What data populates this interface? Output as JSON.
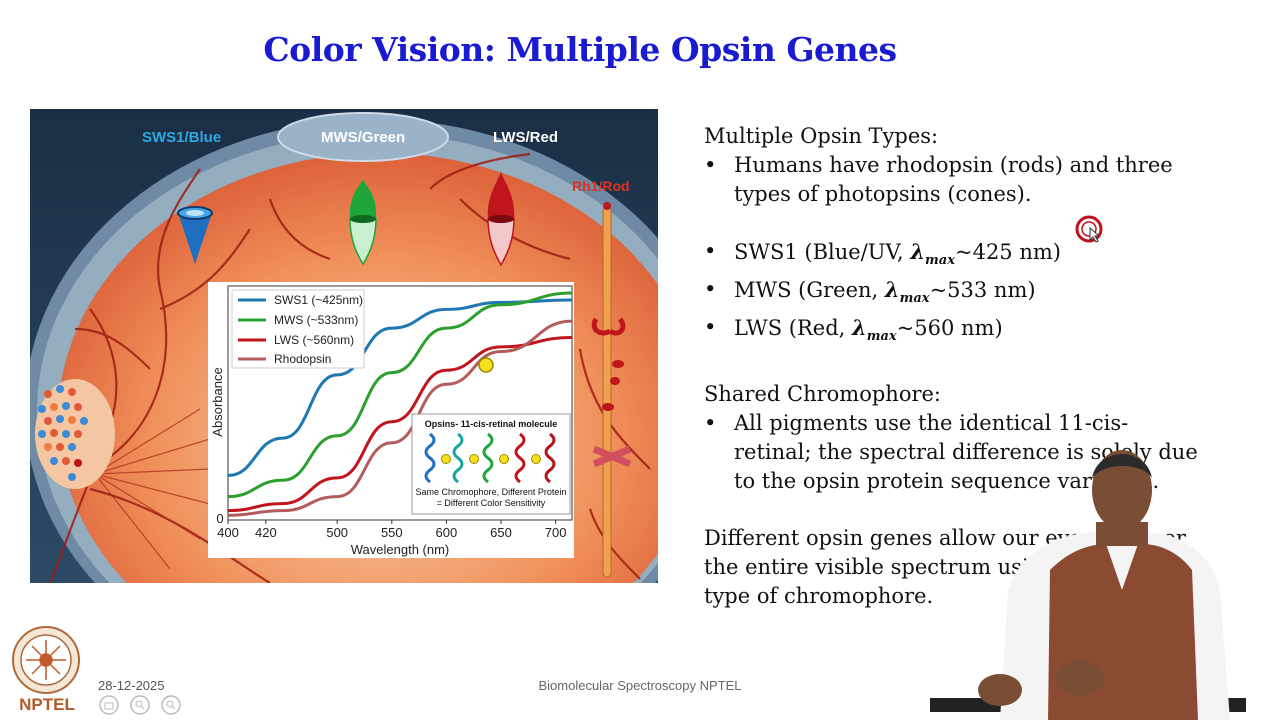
{
  "slide": {
    "title": "Color Vision: Multiple Opsin Genes",
    "footer_date": "28-12-2025",
    "footer_course": "Biomolecular Spectroscopy NPTEL",
    "logo_text": "NPTEL"
  },
  "figure": {
    "cone_labels": [
      "SWS1/Blue",
      "MWS/Green",
      "LWS/Red"
    ],
    "rod_label": "Rh1/Rod",
    "inset_title": "Opsins- 11-cis-retinal molecule",
    "inset_caption_1": "Same Chromophore, Different Protein",
    "inset_caption_2": "= Different Color Sensitivity"
  },
  "chart_data": {
    "type": "line",
    "xlabel": "Wavelength (nm)",
    "ylabel": "Absorbance",
    "x_ticks": [
      400,
      420,
      500,
      550,
      600,
      650,
      700
    ],
    "y_ticks": [
      "0"
    ],
    "xlim": [
      400,
      715
    ],
    "ylim": [
      0,
      1
    ],
    "legend_position": "top-left",
    "series": [
      {
        "name": "SWS1 (~425nm)",
        "color": "#1f77b4",
        "x": [
          400,
          450,
          500,
          550,
          600,
          650,
          715
        ],
        "y": [
          0.19,
          0.35,
          0.62,
          0.82,
          0.9,
          0.93,
          0.94
        ]
      },
      {
        "name": "MWS (~533nm)",
        "color": "#2ca02c",
        "x": [
          400,
          450,
          500,
          550,
          600,
          650,
          715
        ],
        "y": [
          0.1,
          0.17,
          0.36,
          0.63,
          0.82,
          0.92,
          0.97
        ]
      },
      {
        "name": "LWS (~560nm)",
        "color": "#c0151c",
        "x": [
          400,
          450,
          500,
          550,
          600,
          650,
          715
        ],
        "y": [
          0.04,
          0.07,
          0.18,
          0.42,
          0.64,
          0.74,
          0.78
        ]
      },
      {
        "name": "Rhodopsin",
        "color": "#b35c5c",
        "x": [
          400,
          450,
          500,
          550,
          600,
          650,
          715
        ],
        "y": [
          0.02,
          0.04,
          0.1,
          0.33,
          0.58,
          0.72,
          0.85
        ]
      }
    ]
  },
  "content": {
    "section1_heading": "Multiple Opsin Types:",
    "bullet1_line1": "Humans have rhodopsin (rods) and three",
    "bullet1_line2": "types of photopsins (cones).",
    "sws1_prefix": "SWS1 (Blue/UV, ",
    "sws1_suffix": "~425 nm)",
    "mws_prefix": "MWS (Green, ",
    "mws_suffix": "~533 nm)",
    "lws_prefix": "LWS (Red, ",
    "lws_suffix": "~560 nm)",
    "lambda_symbol": "λ",
    "lambda_sub": "max",
    "section2_heading": "Shared Chromophore:",
    "bullet2_line1": "All pigments use the identical 11-cis-",
    "bullet2_line2": "retinal; the spectral difference is solely due",
    "bullet2_line3": "to the opsin protein sequence variation.",
    "conclusion_line1": "Different opsin genes allow our eyes to cover",
    "conclusion_line2": "the entire visible spectrum using a single",
    "conclusion_line3": "type of chromophore.",
    "bullet_char": "•"
  },
  "colors": {
    "title": "#1a1ad0",
    "sws1_label": "#2fa8e0",
    "rod_label": "#e03020"
  }
}
